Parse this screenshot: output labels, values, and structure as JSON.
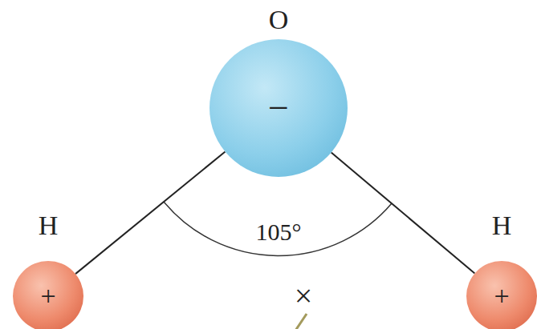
{
  "diagram": {
    "nodes": [
      {
        "text": [
          "O",
          "−"
        ]
      },
      {
        "text": [
          "H",
          "+"
        ]
      },
      {
        "text": [
          "H",
          "+"
        ]
      }
    ],
    "edges": [
      {
        "from": 0,
        "to": 1,
        "arrow": "none"
      },
      {
        "from": 0,
        "to": 2,
        "arrow": "none"
      }
    ],
    "labels": [
      "105°",
      "×"
    ]
  }
}
